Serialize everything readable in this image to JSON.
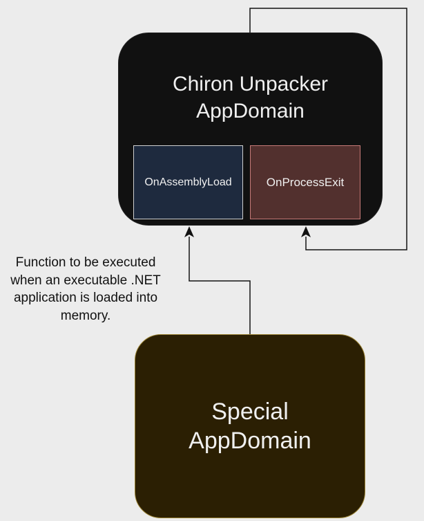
{
  "diagram": {
    "main_container": {
      "title": "Chiron Unpacker\nAppDomain"
    },
    "handlers": {
      "assembly_load": "OnAssemblyLoad",
      "process_exit": "OnProcessExit"
    },
    "special_domain": {
      "title": "Special\nAppDomain"
    },
    "caption": "Function to be executed\nwhen an executable .NET\napplication is loaded into\nmemory.",
    "colors": {
      "background": "#ececec",
      "main_container_fill": "#111111",
      "assembly_box_fill": "#1e2a3e",
      "exit_box_fill": "#52302e",
      "exit_box_border": "#c77a78",
      "special_box_fill": "#2b1f03",
      "special_box_border": "#9a8232",
      "connector": "#111111"
    }
  }
}
